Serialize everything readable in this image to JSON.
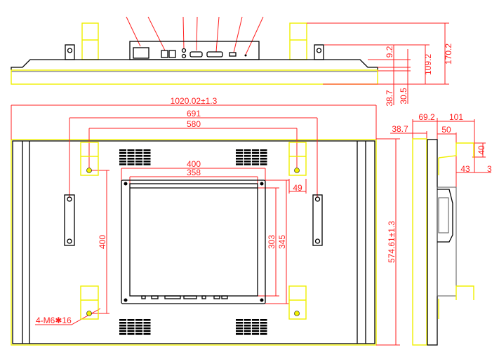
{
  "colors": {
    "outline": "#000000",
    "dimension": "#ff2020",
    "highlight": "#f0f000"
  },
  "top_view": {
    "dims": {
      "overall_depth": "170.2",
      "bracket_depth": "109.2",
      "offset": "9.2",
      "panel": "38.7",
      "bezel": "30.5"
    }
  },
  "front_view": {
    "dims": {
      "width": "1020.02±1.3",
      "handle_spacing": "691",
      "bracket_spacing": "580",
      "mount_outer": "400",
      "mount_inner": "358",
      "mount_h_inner": "303",
      "mount_h_outer": "345",
      "bracket_offset": "49",
      "bracket_vertical": "400",
      "screw_spec": "4-M6✱16",
      "height": "574.61±1.3"
    }
  },
  "side_view": {
    "dims": {
      "total": "69.2",
      "panel": "38.7",
      "depth": "101",
      "back": "50",
      "hook_h": "40",
      "hook_w": "43",
      "hook_t": "3"
    }
  }
}
